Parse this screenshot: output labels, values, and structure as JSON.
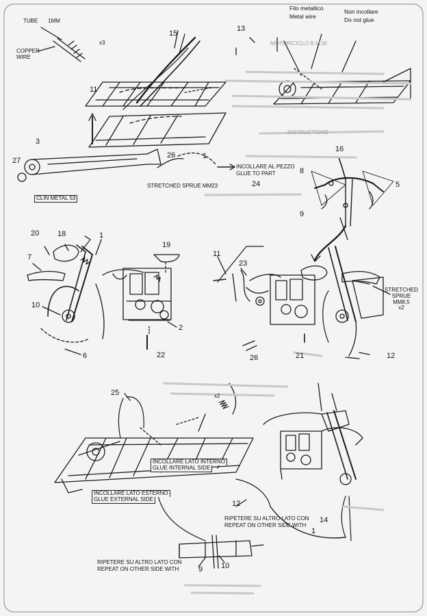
{
  "labels": {
    "tube": "TUBE",
    "tube_size": "1MM",
    "copper_wire": "COPPER\nWIRE",
    "x3": "x3",
    "filo_metallico": "Filo metallico",
    "metal_wire": "Metal wire",
    "non_incollare": "Non incollare",
    "do_not_glue": "Do not glue",
    "clin_metal": "CLIN METAL 53",
    "stretched_sprue_mm23": "STRETCHED SPRUE MM23",
    "incollare_al_pezzo": "INCOLLARE AL PEZZO",
    "glue_to_part": "GLUE TO PART",
    "stretched_sprue_mm85": "STRETCHED\nSPRUE\nMM8,5\nx2",
    "x2": "x2",
    "incollare_lato_interno": "INCOLLARE LATO INTERNO",
    "glue_internal_side": "GLUE INTERNAL SIDE",
    "incollare_lato_esterno": "INCOLLARE LATO ESTERNO",
    "glue_external_side": "GLUE EXTERNAL SIDE",
    "ripetere_1": "RIPETERE SU ALTRO LATO CON",
    "repeat_1": "REPEAT ON OTHER SIDE WITH",
    "ripetere_2": "RIPETERE SU ALTRO LATO CON",
    "repeat_2": "REPEAT ON OTHER SIDE WITH",
    "bleed_1": "MOTORICICLO B.M.W.",
    "bleed_2": "INSTRUCTIONS"
  },
  "part_numbers": {
    "p15": "15",
    "p13": "13",
    "p11": "11",
    "p3": "3",
    "p27": "27",
    "p26": "26",
    "p1": "1",
    "p24": "24",
    "p16": "16",
    "p8": "8",
    "p5": "5",
    "p9": "9",
    "p20": "20",
    "p18": "18",
    "p1b": "1",
    "p19": "19",
    "p7": "7",
    "p10": "10",
    "p2": "2",
    "p6": "6",
    "p22": "22",
    "p11b": "11",
    "p23": "23",
    "p21": "21",
    "p26b": "26",
    "p12": "12",
    "p25": "25",
    "p12b": "12",
    "p14": "14",
    "p9b": "9",
    "p10b": "10",
    "p1c": "1"
  }
}
